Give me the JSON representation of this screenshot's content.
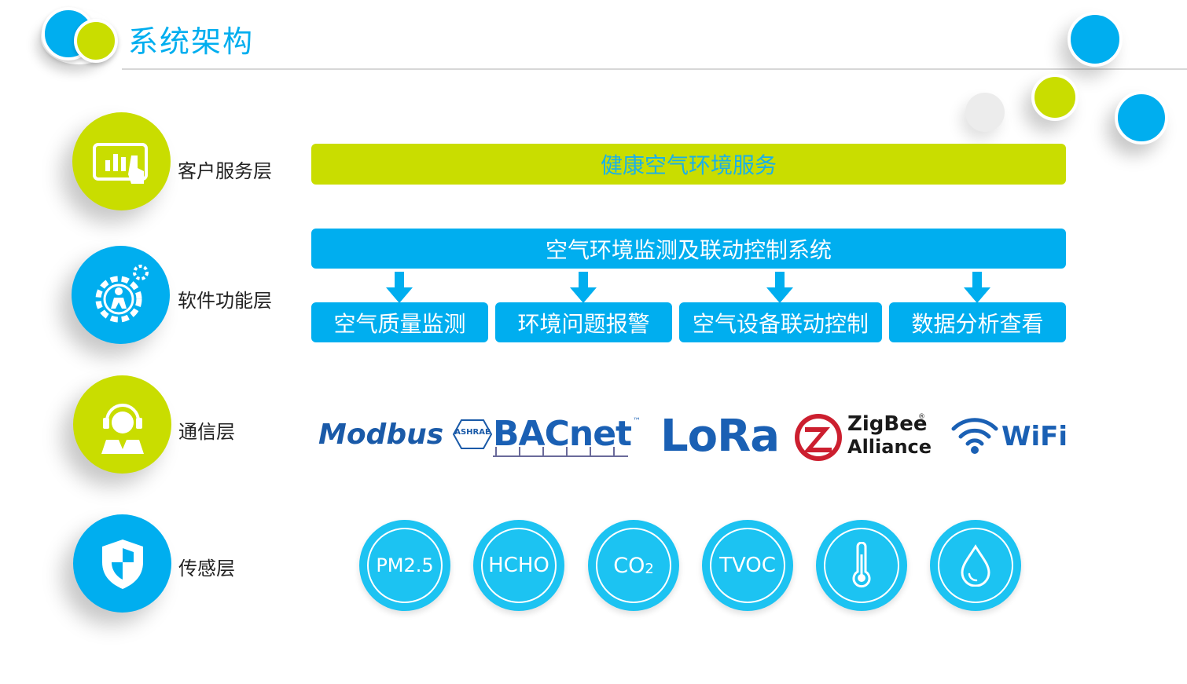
{
  "header": {
    "title": "系统架构"
  },
  "colors": {
    "blue": "#00aeef",
    "green": "#c9dd00",
    "sensor": "#1cc3f2"
  },
  "layers": [
    {
      "label": "客户服务层",
      "icon": "tablet-chart-icon",
      "color": "green"
    },
    {
      "label": "软件功能层",
      "icon": "gear-person-icon",
      "color": "blue"
    },
    {
      "label": "通信层",
      "icon": "headset-agent-icon",
      "color": "green"
    },
    {
      "label": "传感层",
      "icon": "shield-icon",
      "color": "blue"
    }
  ],
  "service_bar": {
    "label": "健康空气环境服务"
  },
  "software": {
    "system_label": "空气环境监测及联动控制系统",
    "functions": [
      "空气质量监测",
      "环境问题报警",
      "空气设备联动控制",
      "数据分析查看"
    ]
  },
  "protocols": {
    "modbus": "Modbus",
    "ashrae": "ASHRAE",
    "bacnet": "BACnet",
    "bacnet_tm": "™",
    "lora": "LoRa",
    "zigbee_line1": "ZigBee",
    "zigbee_registered": "®",
    "zigbee_line2": "Alliance",
    "wifi": "WiFi"
  },
  "sensors": [
    {
      "label": "PM2.5"
    },
    {
      "label": "HCHO"
    },
    {
      "label_main": "CO",
      "label_sub": "2"
    },
    {
      "label": "TVOC"
    },
    {
      "icon": "thermometer-icon"
    },
    {
      "icon": "water-drop-icon"
    }
  ]
}
